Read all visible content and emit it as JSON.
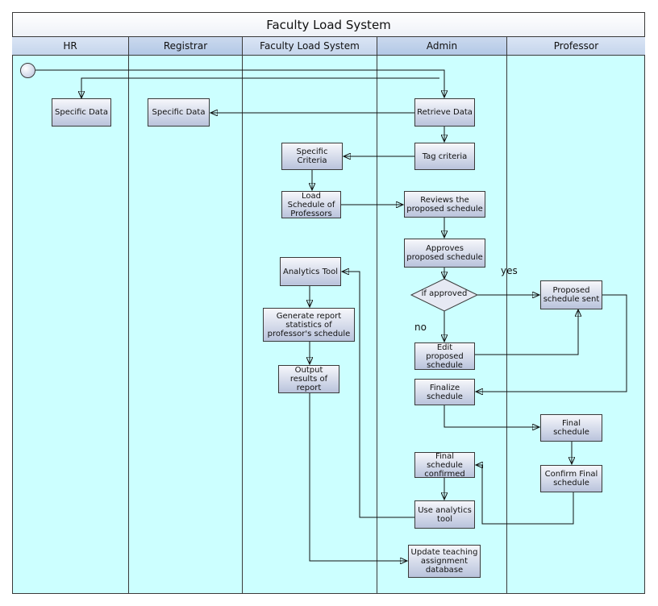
{
  "title": "Faculty Load System",
  "lanes": [
    "HR",
    "Registrar",
    "Faculty Load System",
    "Admin",
    "Professor"
  ],
  "nodes": {
    "hr_specific_data": "Specific Data",
    "reg_specific_data": "Specific Data",
    "retrieve_data": "Retrieve Data",
    "tag_criteria": "Tag criteria",
    "specific_criteria": "Specific Criteria",
    "load_schedule": "Load Schedule of Professors",
    "reviews_schedule": "Reviews the proposed schedule",
    "approves_schedule": "Approves proposed schedule",
    "analytics_tool": "Analytics Tool",
    "if_approved": "if approved",
    "proposed_sent": "Proposed schedule sent",
    "generate_report": "Generate report statistics of professor's schedule",
    "edit_schedule": "Edit proposed schedule",
    "output_results": "Output results of report",
    "finalize_schedule": "Finalize schedule",
    "final_schedule": "Final schedule",
    "final_confirmed": "Final schedule confirmed",
    "confirm_final": "Confirm Final schedule",
    "use_analytics": "Use analytics tool",
    "update_database": "Update teaching assignment database"
  },
  "labels": {
    "yes": "yes",
    "no": "no"
  }
}
